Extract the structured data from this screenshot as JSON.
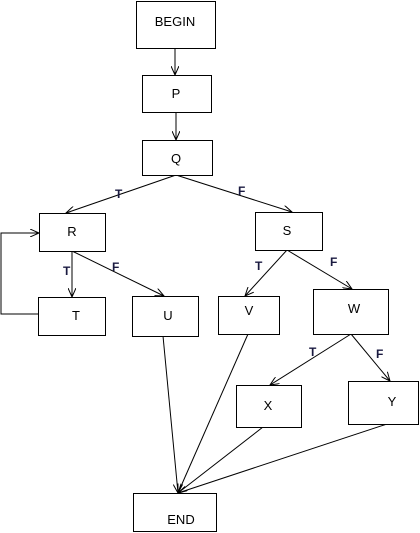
{
  "diagram": {
    "nodes": {
      "begin": "BEGIN",
      "p": "P",
      "q": "Q",
      "r": "R",
      "s": "S",
      "t": "T",
      "u": "U",
      "v": "V",
      "w": "W",
      "x": "X",
      "y": "Y",
      "end": "END"
    },
    "edge_labels": {
      "q_r": "T",
      "q_s": "F",
      "r_t": "T",
      "r_u": "F",
      "s_v": "T",
      "s_w": "F",
      "w_x": "T",
      "w_y": "F"
    },
    "colors": {
      "stroke": "#000000",
      "edge_label": "#1a1a40",
      "background": "#ffffff"
    }
  }
}
